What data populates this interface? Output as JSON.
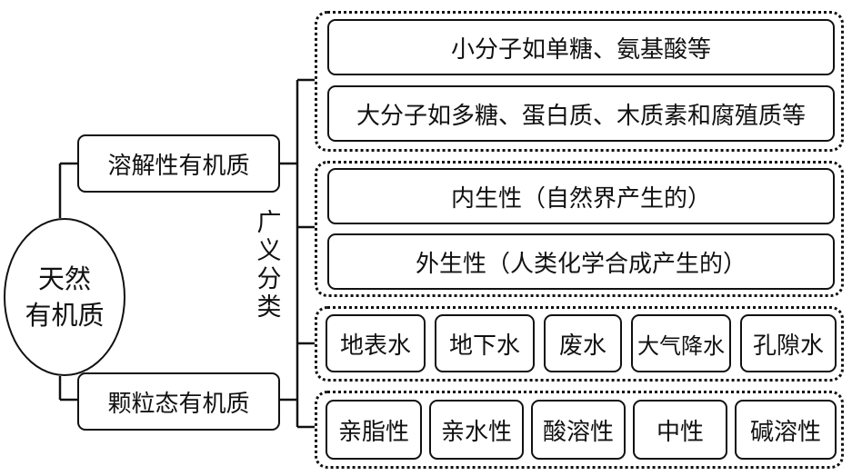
{
  "root": {
    "line1": "天然",
    "line2": "有机质"
  },
  "branches": {
    "dissolved": "溶解性有机质",
    "particulate": "颗粒态有机质"
  },
  "classification_label": [
    "广",
    "义",
    "分",
    "类"
  ],
  "groups": {
    "molecular_size": [
      "小分子如单糖、氨基酸等",
      "大分子如多糖、蛋白质、木质素和腐殖质等"
    ],
    "origin": [
      "内生性（自然界产生的）",
      "外生性（人类化学合成产生的）"
    ],
    "water_source": [
      "地表水",
      "地下水",
      "废水",
      "大气降水",
      "孔隙水"
    ],
    "property": [
      "亲脂性",
      "亲水性",
      "酸溶性",
      "中性",
      "碱溶性"
    ]
  }
}
